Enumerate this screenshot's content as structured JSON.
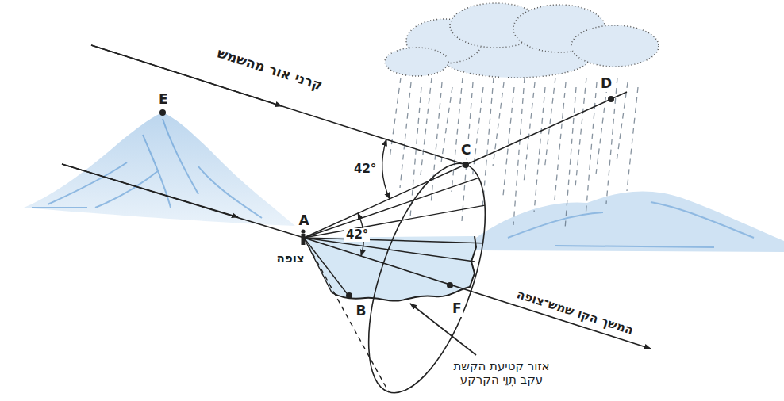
{
  "diagram": {
    "labels": [
      "קרני אור מהשמש",
      "E",
      "D",
      "C",
      "42°",
      "42°",
      "A",
      "צופה",
      "B",
      "F",
      "המשך הקו שמש־צופה",
      "אזור קטיעת הקשת עקב תְּוֵי הקרקע"
    ]
  }
}
